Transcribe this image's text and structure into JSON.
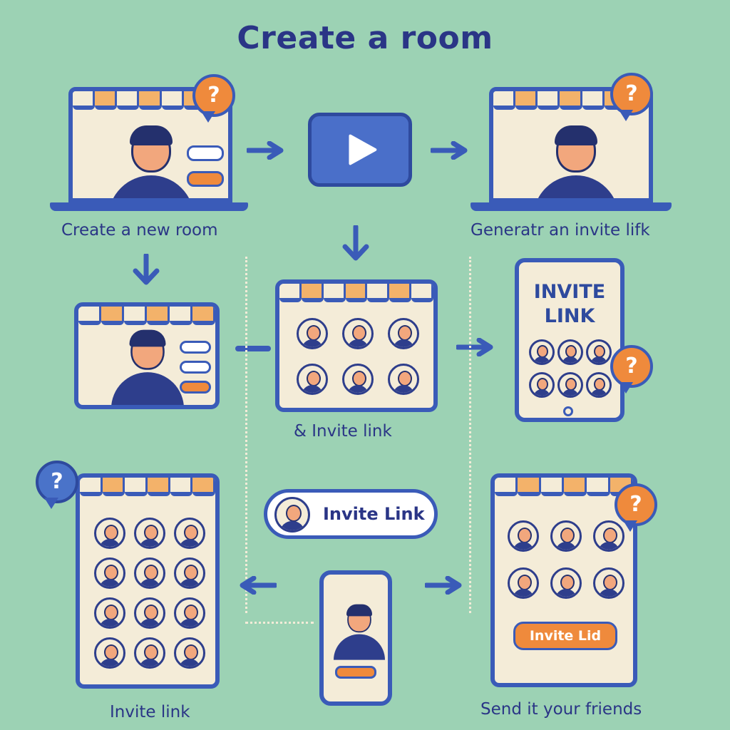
{
  "title": "Create a room",
  "captions": {
    "step1": "Create a new room",
    "step2": "Generatr an invite lifk",
    "step3": "& Invite link",
    "step4": "Invite link",
    "step5": "Send it your friends"
  },
  "tablet_invite": {
    "line1": "INVITE",
    "line2": "LINK"
  },
  "invite_pill": {
    "label": "Invite Link"
  },
  "invite_button": {
    "label": "Invite Lid"
  },
  "question_mark": "?",
  "colors": {
    "background": "#9cd2b4",
    "frame": "#3a5bb8",
    "accent": "#ef8a3c",
    "text": "#2a3586"
  },
  "icons": [
    "play-icon",
    "question-bubble-icon",
    "arrow-right-icon",
    "arrow-down-icon",
    "arrow-left-icon"
  ]
}
